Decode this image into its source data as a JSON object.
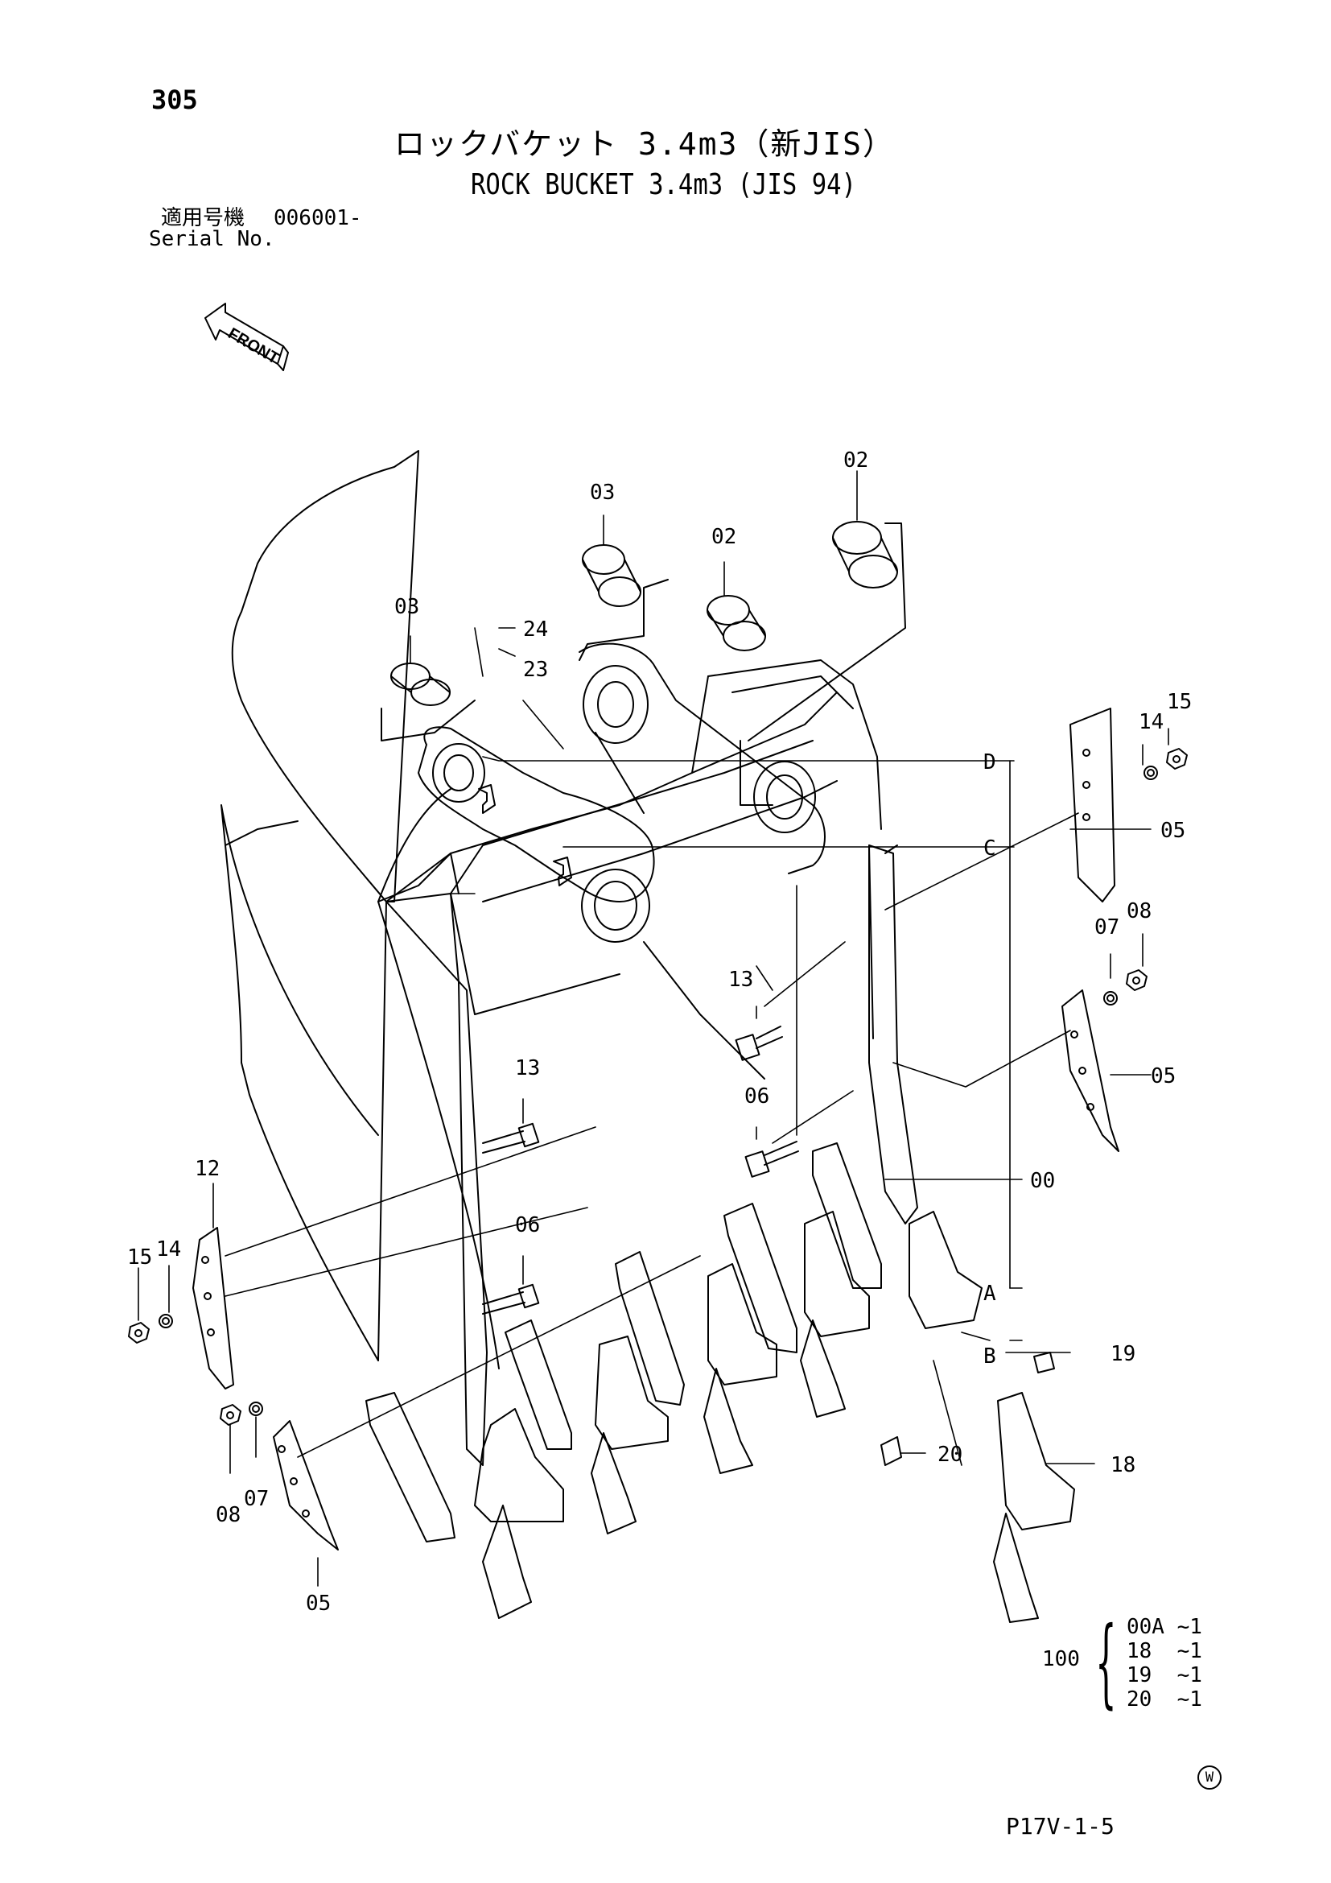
{
  "page_number": "305",
  "title_jp": "ロックバケット 3.4m3（新JIS）",
  "title_en": "ROCK BUCKET 3.4m3 (JIS 94)",
  "serial": {
    "label_jp": "適用号機",
    "label_en": "Serial No.",
    "value": "006001-"
  },
  "front_label": "FRONT",
  "callouts": {
    "p00": "00",
    "p02a": "02",
    "p02b": "02",
    "p03a": "03",
    "p03b": "03",
    "p05a": "05",
    "p05b": "05",
    "p05c": "05",
    "p06a": "06",
    "p06b": "06",
    "p07a": "07",
    "p07b": "07",
    "p08a": "08",
    "p08b": "08",
    "p12": "12",
    "p13a": "13",
    "p13b": "13",
    "p14a": "14",
    "p14b": "14",
    "p15a": "15",
    "p15b": "15",
    "p18": "18",
    "p19": "19",
    "p20": "20",
    "p23": "23",
    "p24": "24",
    "A": "A",
    "B": "B",
    "C": "C",
    "D": "D"
  },
  "kit": {
    "qty": "100",
    "items": [
      "00A ~1",
      "18  ~1",
      "19  ~1",
      "20  ~1"
    ]
  },
  "w_mark": "W",
  "doc_code": "P17V-1-5"
}
